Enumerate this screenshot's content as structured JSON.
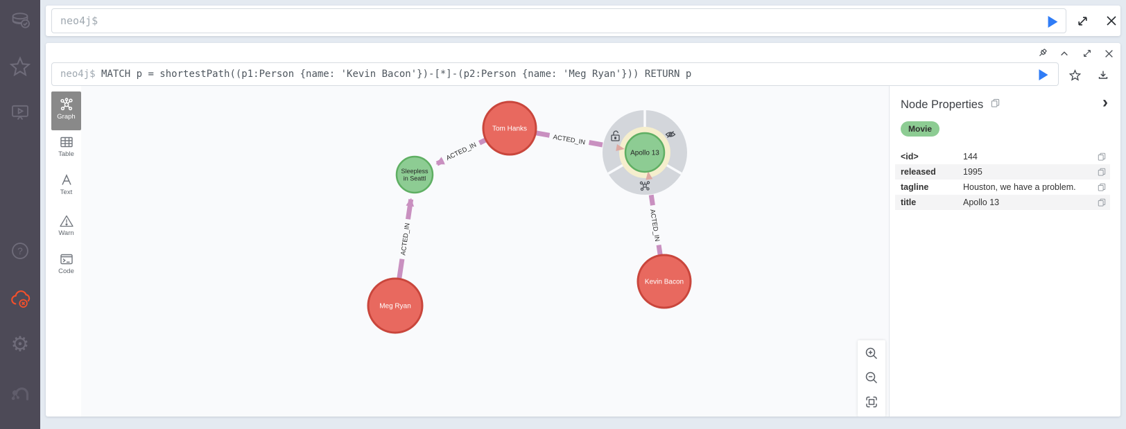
{
  "top_bar": {
    "prompt": "neo4j$"
  },
  "frame": {
    "prompt": "neo4j$",
    "query": "MATCH p = shortestPath((p1:Person {name: 'Kevin Bacon'})-[*]-(p2:Person {name: 'Meg Ryan'})) RETURN p",
    "view_tabs": [
      {
        "label": "Graph",
        "selected": true
      },
      {
        "label": "Table",
        "selected": false
      },
      {
        "label": "Text",
        "selected": false
      },
      {
        "label": "Warn",
        "selected": false
      },
      {
        "label": "Code",
        "selected": false
      }
    ]
  },
  "graph": {
    "relationship_label": "ACTED_IN",
    "nodes": {
      "tom_hanks": {
        "caption": "Tom Hanks",
        "type": "Person"
      },
      "sleepless": {
        "caption_line1": "Sleepless",
        "caption_line2": "in Seattl",
        "type": "Movie"
      },
      "apollo": {
        "caption": "Apollo 13",
        "type": "Movie",
        "selected": true
      },
      "meg_ryan": {
        "caption": "Meg Ryan",
        "type": "Person"
      },
      "kevin_bacon": {
        "caption": "Kevin Bacon",
        "type": "Person"
      }
    }
  },
  "properties_panel": {
    "title": "Node Properties",
    "badge": "Movie",
    "rows": [
      {
        "key": "<id>",
        "value": "144"
      },
      {
        "key": "released",
        "value": "1995"
      },
      {
        "key": "tagline",
        "value": "Houston, we have a problem."
      },
      {
        "key": "title",
        "value": "Apollo 13"
      }
    ]
  },
  "icons": {
    "question_mark": "?",
    "gear": "⚙",
    "chevron_right": "›"
  },
  "colors": {
    "person_node": "#E8695F",
    "person_node_border": "#C9463C",
    "movie_node": "#8DCC93",
    "movie_node_border": "#5FAF63",
    "relationship": "#C990C0",
    "selection_halo": "#F5EECD",
    "play_accent": "#2F7CF6",
    "disconnect_red": "#F4502B",
    "sidebar_bg": "#4D4A57",
    "canvas_bg": "#F9FAFC"
  }
}
